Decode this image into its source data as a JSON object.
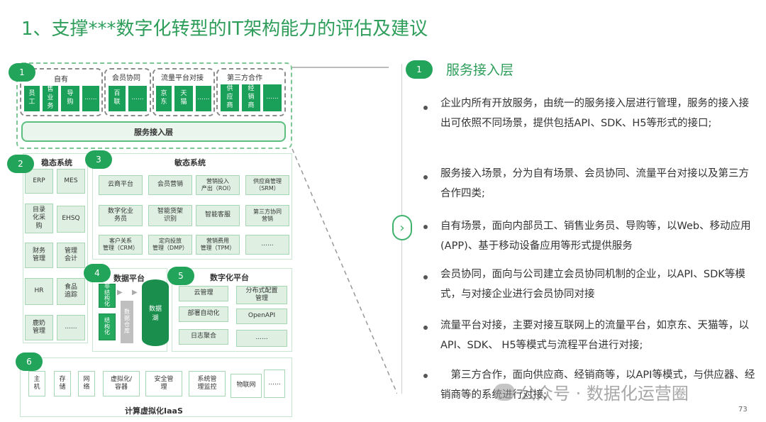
{
  "title": "1、支撑***数字化转型的IT架构能力的评估及建议",
  "diagram": {
    "top": {
      "badge": "1",
      "groups": [
        {
          "label": "自有",
          "items": [
            "员\n工",
            "售\n业\n务",
            "导\n购",
            "......"
          ]
        },
        {
          "label": "会员协同",
          "items": [
            "百\n联",
            "......"
          ]
        },
        {
          "label": "流量平台对接",
          "items": [
            "京\n东",
            "天\n猫",
            "......"
          ]
        },
        {
          "label": "第三方合作",
          "items": [
            "供\n应\n商",
            "经\n销\n商",
            "......"
          ]
        }
      ],
      "access_bar": "服务接入层"
    },
    "steady": {
      "badge": "2",
      "title": "稳态系统",
      "items": [
        "ERP",
        "MES",
        "目录\n化采\n购",
        "EHSQ",
        "财务\n管理",
        "管理\n会计",
        "HR",
        "食品\n追踪",
        "鹿奶\n管理",
        "......"
      ]
    },
    "agile": {
      "badge": "3",
      "title": "敏态系统",
      "items": [
        "云商平台",
        "会员营销",
        "营销投入\n产出（ROI）",
        "供应商管理\n（SRM）",
        "数字化业\n务员",
        "智能货架\n识别",
        "智能客服",
        "第三方协同\n营销",
        "客户关系\n管理（CRM）",
        "定向投放\n管理（DMP）",
        "营销费用\n管理（TPM）",
        "......"
      ]
    },
    "data_platform": {
      "badge": "4",
      "title": "数据平台",
      "items": [
        "非\n结\n构\n化",
        "结\n构\n化"
      ],
      "warehouse": "数\n据\n仓\n库",
      "lake": "数据\n湖"
    },
    "digital_platform": {
      "badge": "5",
      "title": "数字化平台",
      "items": [
        "云管理",
        "分布式配置\n管理",
        "部署自动化",
        "OpenAPI",
        "日志聚合",
        "......"
      ]
    },
    "iaas": {
      "badge": "6",
      "title": "计算虚拟化IaaS",
      "items": [
        "主\n机",
        "存\n储",
        "网\n络",
        "虚拟化/\n容器",
        "安全管\n理",
        "系统管\n理监控",
        "物联网",
        "......"
      ]
    }
  },
  "detail": {
    "badge": "1",
    "heading": "服务接入层",
    "bullets": [
      "企业内所有开放服务，由统一的服务接入层进行管理，服务的接入接出可依照不同场景，提供包括API、SDK、H5等形式的接口;",
      "服务接入场景，分为自有场景、会员协同、流量平台对接以及第三方合作四类;",
      "自有场景，面向内部员工、销售业务员、导购等，以Web、移动应用(APP)、基于移动设备应用等形式提供服务",
      "会员协同，面向与公司建立会员协同机制的企业，以API、SDK等模式，与对接企业进行会员协同对接",
      "流量平台对接，主要对接互联网上的流量平台，如京东、天猫等，以API、SDK、 H5等模式与流程平台进行对接;",
      "　第三方合作，面向供应商、经销商等，以API等模式，与供应器、经销商等的系统进行对接;"
    ]
  },
  "watermark": "公众号 · 数据化运营圈",
  "page_number": "73",
  "colors": {
    "accent": "#22a45a",
    "title": "#2f9e5b",
    "cell": "#dff0e2",
    "dark_cell": "#1aa058"
  }
}
